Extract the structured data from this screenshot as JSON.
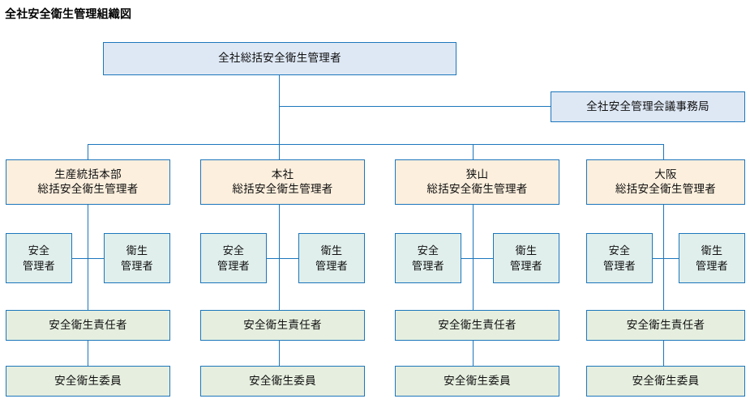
{
  "title": "全社安全衛生管理組織図",
  "colors": {
    "line": "#1c76bc",
    "top_box_fill": "#dee8f5",
    "division_fill": "#fcefdd",
    "manager_fill": "#e0efec",
    "responsible_fill": "#e6efdf",
    "title_text": "#000000"
  },
  "top": {
    "label": "全社総括安全衛生管理者"
  },
  "secretariat": {
    "label": "全社安全管理会議事務局"
  },
  "columns": [
    {
      "division_line1": "生産統括本部",
      "division_line2": "総括安全衛生管理者",
      "safety_manager_line1": "安全",
      "safety_manager_line2": "管理者",
      "health_manager_line1": "衛生",
      "health_manager_line2": "管理者",
      "responsible": "安全衛生責任者",
      "committee": "安全衛生委員"
    },
    {
      "division_line1": "本社",
      "division_line2": "総括安全衛生管理者",
      "safety_manager_line1": "安全",
      "safety_manager_line2": "管理者",
      "health_manager_line1": "衛生",
      "health_manager_line2": "管理者",
      "responsible": "安全衛生責任者",
      "committee": "安全衛生委員"
    },
    {
      "division_line1": "狭山",
      "division_line2": "総括安全衛生管理者",
      "safety_manager_line1": "安全",
      "safety_manager_line2": "管理者",
      "health_manager_line1": "衛生",
      "health_manager_line2": "管理者",
      "responsible": "安全衛生責任者",
      "committee": "安全衛生委員"
    },
    {
      "division_line1": "大阪",
      "division_line2": "総括安全衛生管理者",
      "safety_manager_line1": "安全",
      "safety_manager_line2": "管理者",
      "health_manager_line1": "衛生",
      "health_manager_line2": "管理者",
      "responsible": "安全衛生責任者",
      "committee": "安全衛生委員"
    }
  ]
}
